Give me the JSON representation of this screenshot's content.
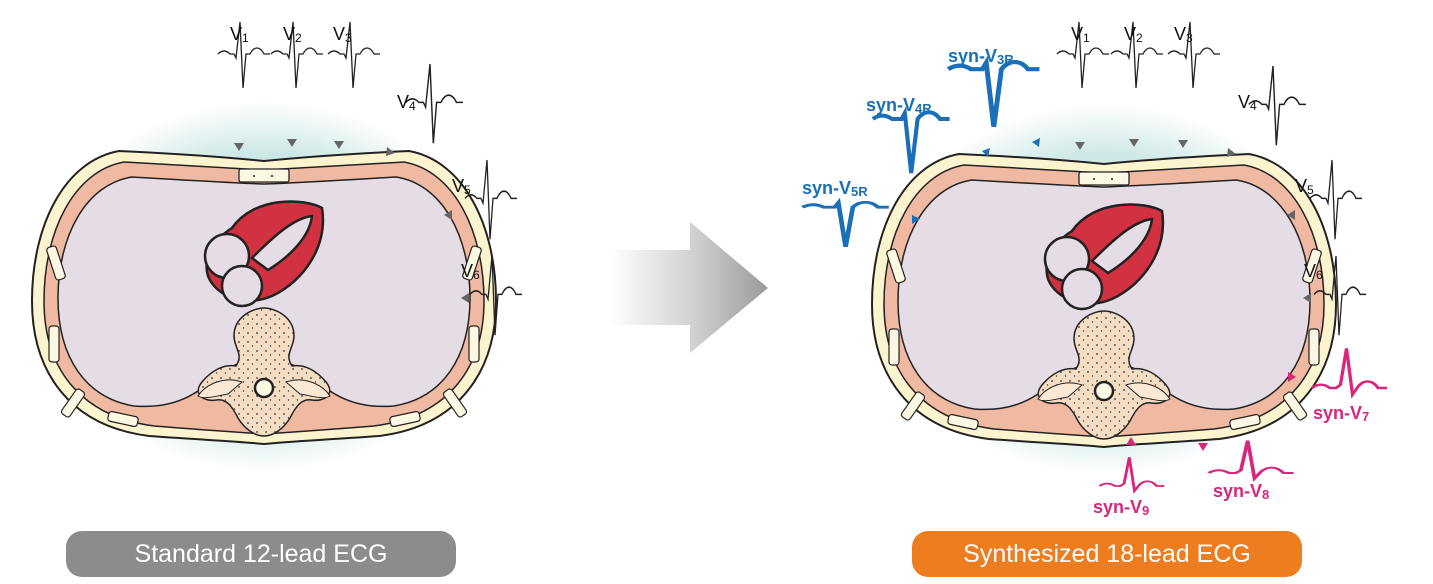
{
  "colors": {
    "standard_badge": "#8c8c8c",
    "synth_badge": "#ee7d1f",
    "right_sided": "#1a6fb8",
    "posterior": "#d9267c",
    "heart": "#d23141",
    "skin": "#fbf4cf",
    "muscle": "#f0b9a1",
    "lung": "#e6dce6",
    "halo": "#cbe7e6"
  },
  "left_panel": {
    "leads": [
      {
        "prefix": "V",
        "sub": "1"
      },
      {
        "prefix": "V",
        "sub": "2"
      },
      {
        "prefix": "V",
        "sub": "3"
      },
      {
        "prefix": "V",
        "sub": "4"
      },
      {
        "prefix": "V",
        "sub": "5"
      },
      {
        "prefix": "V",
        "sub": "6"
      }
    ],
    "caption": "Standard 12-lead ECG"
  },
  "right_panel": {
    "leads": [
      {
        "prefix": "V",
        "sub": "1"
      },
      {
        "prefix": "V",
        "sub": "2"
      },
      {
        "prefix": "V",
        "sub": "3"
      },
      {
        "prefix": "V",
        "sub": "4"
      },
      {
        "prefix": "V",
        "sub": "5"
      },
      {
        "prefix": "V",
        "sub": "6"
      }
    ],
    "right_leads": [
      {
        "prefix": "syn-V",
        "sub": "3R"
      },
      {
        "prefix": "syn-V",
        "sub": "4R"
      },
      {
        "prefix": "syn-V",
        "sub": "5R"
      }
    ],
    "posterior_leads": [
      {
        "prefix": "syn-V",
        "sub": "7"
      },
      {
        "prefix": "syn-V",
        "sub": "8"
      },
      {
        "prefix": "syn-V",
        "sub": "9"
      }
    ],
    "caption": "Synthesized 18-lead ECG"
  },
  "arrow_icon": "right-arrow-icon"
}
